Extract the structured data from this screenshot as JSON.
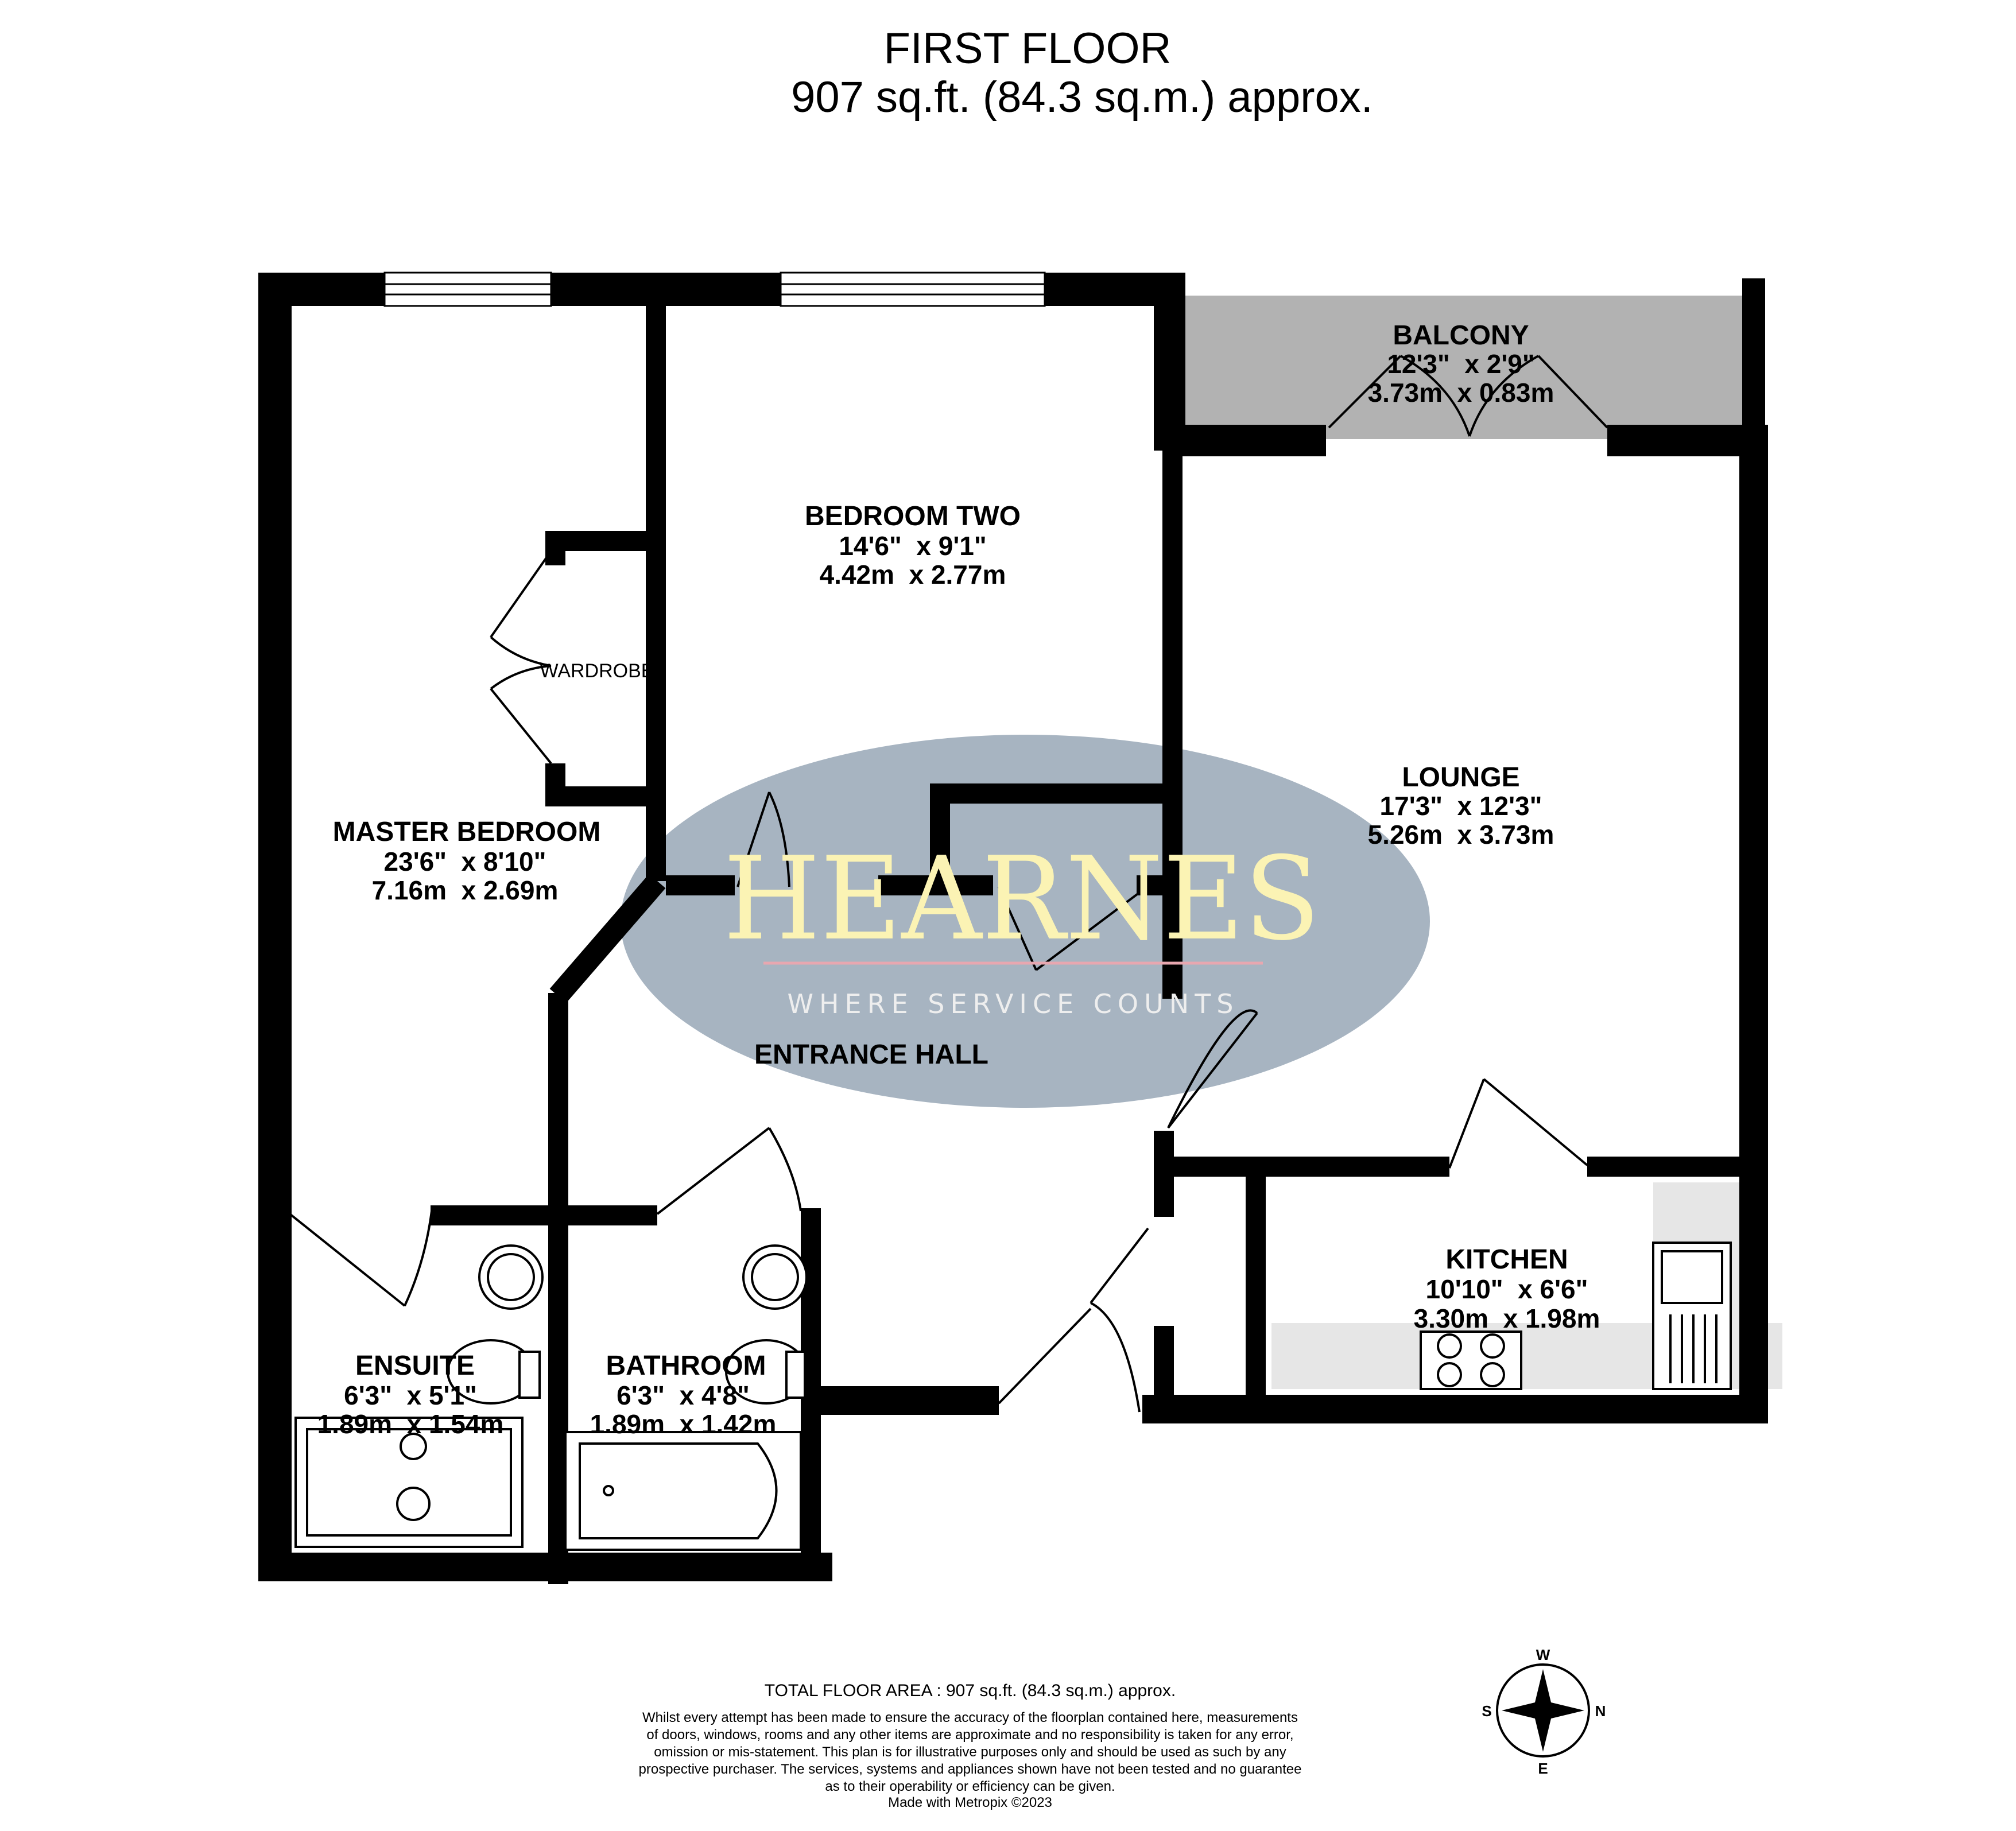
{
  "header": {
    "floor": "FIRST FLOOR",
    "area": "907 sq.ft. (84.3 sq.m.) approx."
  },
  "rooms": {
    "master_bedroom": {
      "name": "MASTER BEDROOM",
      "imperial": "23'6\"  x 8'10\"",
      "metric": "7.16m  x 2.69m"
    },
    "bedroom_two": {
      "name": "BEDROOM TWO",
      "imperial": "14'6\"  x 9'1\"",
      "metric": "4.42m  x 2.77m"
    },
    "balcony": {
      "name": "BALCONY",
      "imperial": "12'3\"  x 2'9\"",
      "metric": "3.73m  x 0.83m"
    },
    "lounge": {
      "name": "LOUNGE",
      "imperial": "17'3\"  x 12'3\"",
      "metric": "5.26m  x 3.73m"
    },
    "kitchen": {
      "name": "KITCHEN",
      "imperial": "10'10\"  x 6'6\"",
      "metric": "3.30m  x 1.98m"
    },
    "ensuite": {
      "name": "ENSUITE",
      "imperial": "6'3\"  x 5'1\"",
      "metric": "1.89m  x 1.54m"
    },
    "bathroom": {
      "name": "BATHROOM",
      "imperial": "6'3\"  x 4'8\"",
      "metric": "1.89m  x 1.42m"
    },
    "entrance_hall": {
      "name": "ENTRANCE HALL"
    },
    "wardrobe": {
      "name": "WARDROBE"
    }
  },
  "watermark": {
    "brand": "HEARNES",
    "tagline": "WHERE SERVICE COUNTS"
  },
  "footer": {
    "total": "TOTAL FLOOR AREA : 907 sq.ft. (84.3 sq.m.) approx.",
    "disclaimer": [
      "Whilst every attempt has been made to ensure the accuracy of the floorplan contained here, measurements",
      "of doors, windows, rooms and any other items are approximate and no responsibility is taken for any error,",
      "omission or mis-statement. This plan is for illustrative purposes only and should be used as such by any",
      "prospective purchaser. The services, systems and appliances shown have not been tested and no guarantee",
      "as to their operability or efficiency can be given."
    ],
    "credit": "Made with Metropix ©2023"
  },
  "compass": {
    "n": "N",
    "s": "S",
    "e": "E",
    "w": "W"
  },
  "colors": {
    "wall": "#000000",
    "balcony": "#b2b2b2",
    "watermark_ellipse": "#a7b4c1",
    "watermark_brand": "#fbf3b4",
    "watermark_line": "#e8a7b0",
    "kitchen_counter": "#e6e6e6"
  }
}
